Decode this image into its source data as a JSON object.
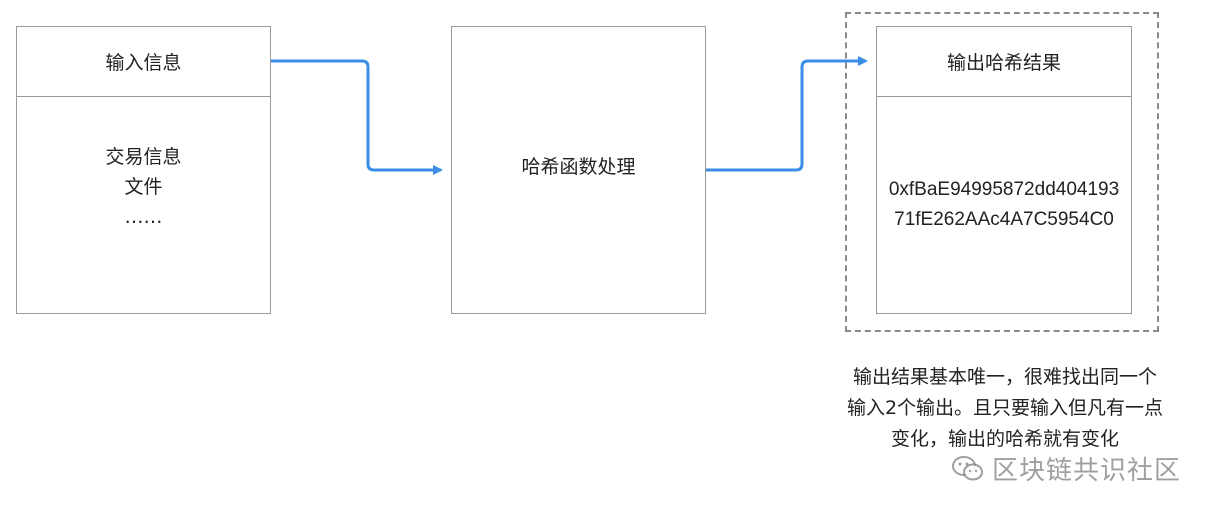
{
  "input_box": {
    "title": "输入信息",
    "lines": [
      "交易信息",
      "文件",
      "……"
    ]
  },
  "hash_box": {
    "label": "哈希函数处理"
  },
  "output_box": {
    "title": "输出哈希结果",
    "value": "0xfBaE94995872dd40419371fE262AAc4A7C5954C0"
  },
  "note": {
    "text": "输出结果基本唯一，很难找出同一个输入2个输出。且只要输入但凡有一点变化，输出的哈希就有变化"
  },
  "watermark": {
    "text": "区块链共识社区"
  },
  "colors": {
    "arrow": "#3a8ee6",
    "border": "#9a9a9a",
    "dashed": "#8a8a8a"
  }
}
